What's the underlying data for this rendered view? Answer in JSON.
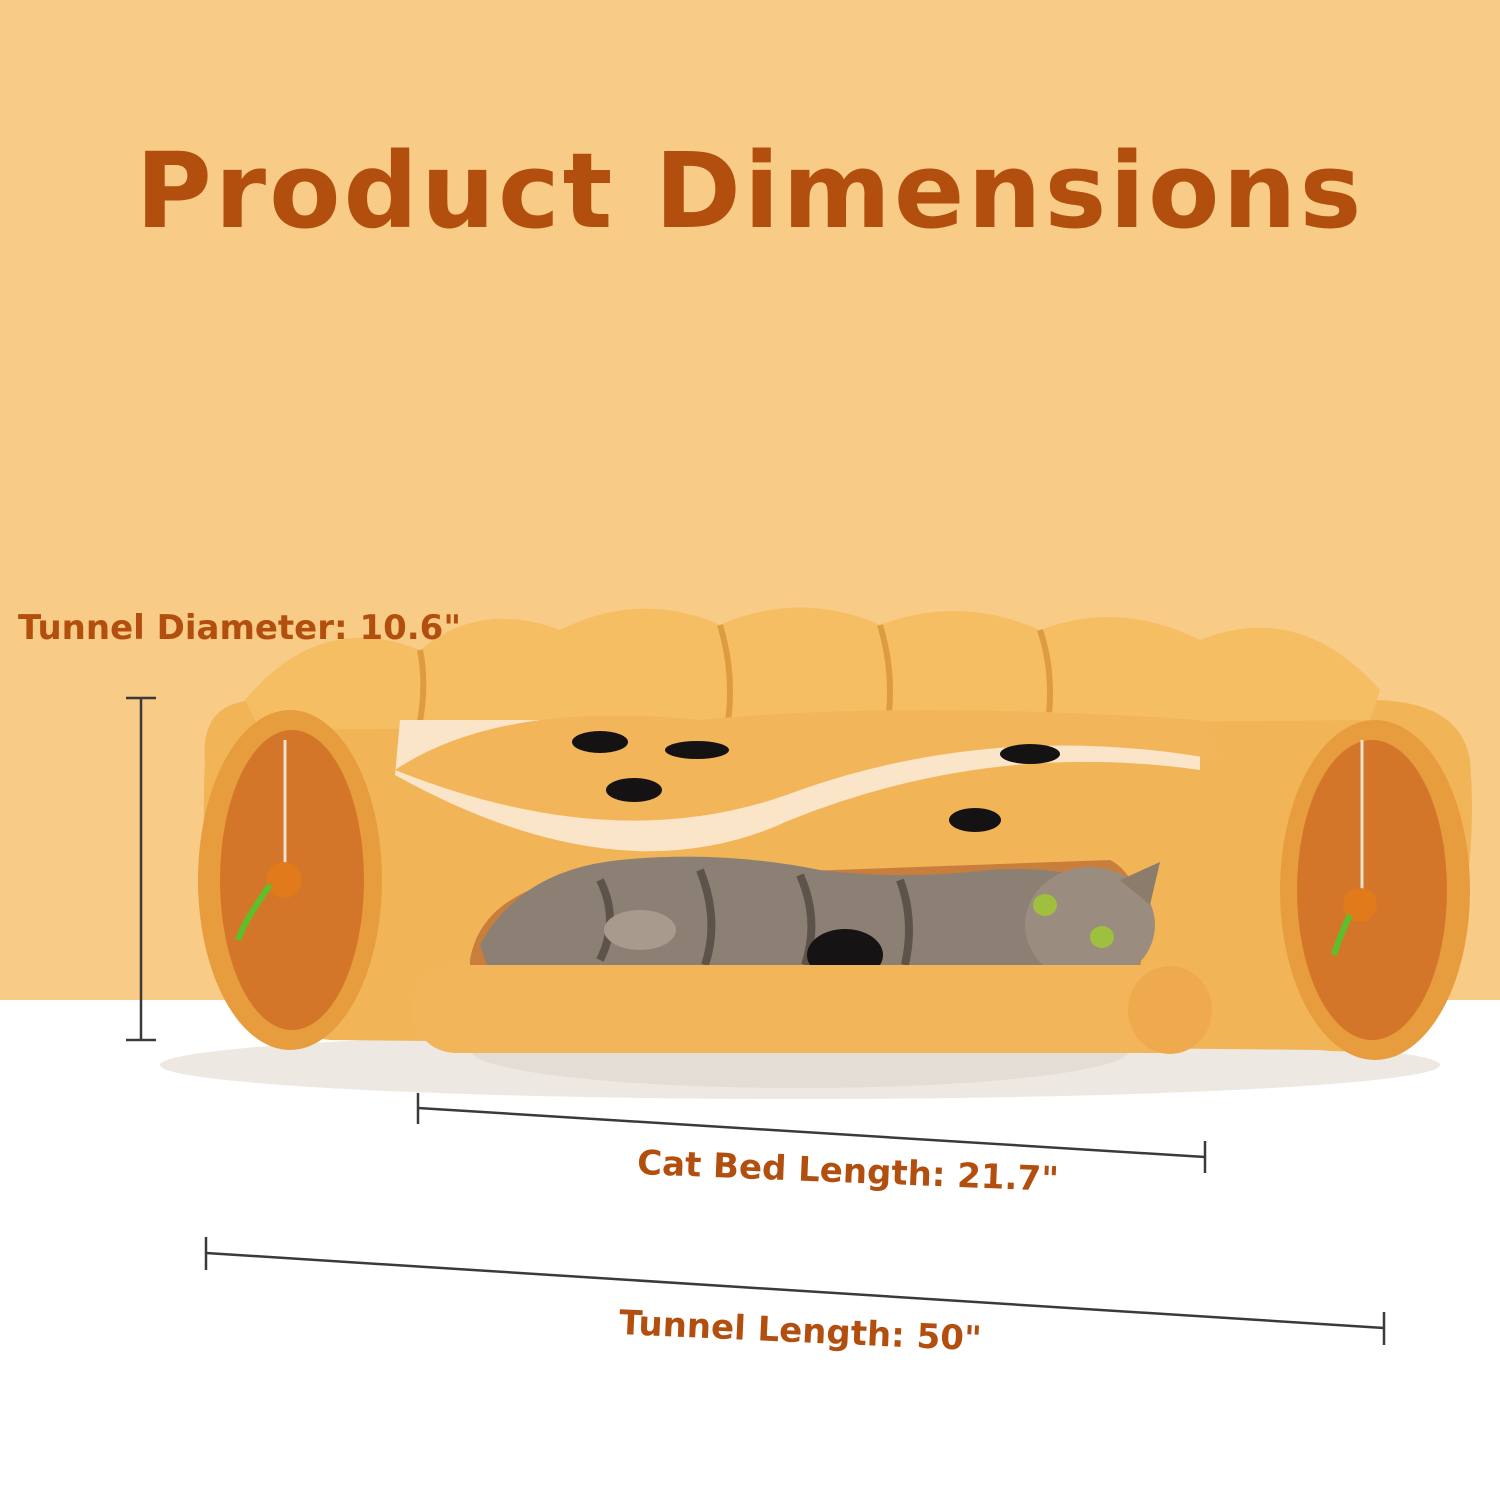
{
  "title": "Product Dimensions",
  "dimensions": {
    "tunnel_diameter": "Tunnel Diameter: 10.6\"",
    "cat_bed_length": "Cat Bed Length: 21.7\"",
    "tunnel_length": "Tunnel Length: 50\""
  },
  "colors": {
    "background_top": "#F8CB86",
    "background_bottom": "#FFFFFF",
    "text_accent": "#B24F0E",
    "tunnel_fabric": "#F0AE4E",
    "tunnel_interior": "#D9782C",
    "cat_fur": "#8C8074",
    "measure_line": "#3A3A3A"
  }
}
